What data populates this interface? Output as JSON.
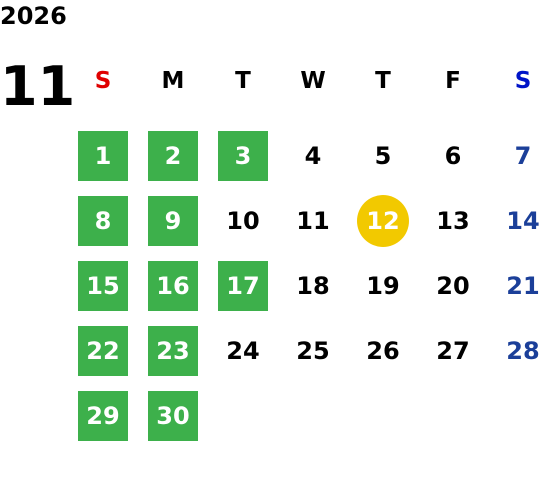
{
  "calendar": {
    "year": "2026",
    "month": "11",
    "weekdays": [
      "S",
      "M",
      "T",
      "W",
      "T",
      "F",
      "S"
    ],
    "start_offset": 0,
    "today": 12,
    "days": [
      {
        "d": "1",
        "off": true
      },
      {
        "d": "2",
        "off": true
      },
      {
        "d": "3",
        "off": true
      },
      {
        "d": "4",
        "off": false
      },
      {
        "d": "5",
        "off": false
      },
      {
        "d": "6",
        "off": false
      },
      {
        "d": "7",
        "off": false
      },
      {
        "d": "8",
        "off": true
      },
      {
        "d": "9",
        "off": true
      },
      {
        "d": "10",
        "off": false
      },
      {
        "d": "11",
        "off": false
      },
      {
        "d": "12",
        "off": false
      },
      {
        "d": "13",
        "off": false
      },
      {
        "d": "14",
        "off": false
      },
      {
        "d": "15",
        "off": true
      },
      {
        "d": "16",
        "off": true
      },
      {
        "d": "17",
        "off": true
      },
      {
        "d": "18",
        "off": false
      },
      {
        "d": "19",
        "off": false
      },
      {
        "d": "20",
        "off": false
      },
      {
        "d": "21",
        "off": false
      },
      {
        "d": "22",
        "off": true
      },
      {
        "d": "23",
        "off": true
      },
      {
        "d": "24",
        "off": false
      },
      {
        "d": "25",
        "off": false
      },
      {
        "d": "26",
        "off": false
      },
      {
        "d": "27",
        "off": false
      },
      {
        "d": "28",
        "off": false
      },
      {
        "d": "29",
        "off": true
      },
      {
        "d": "30",
        "off": true
      }
    ],
    "colors": {
      "off_day": "#3db04b",
      "today": "#f2c900",
      "sunday_header": "#e00000",
      "saturday_header": "#0014c8",
      "saturday_date": "#1b3f99"
    }
  }
}
